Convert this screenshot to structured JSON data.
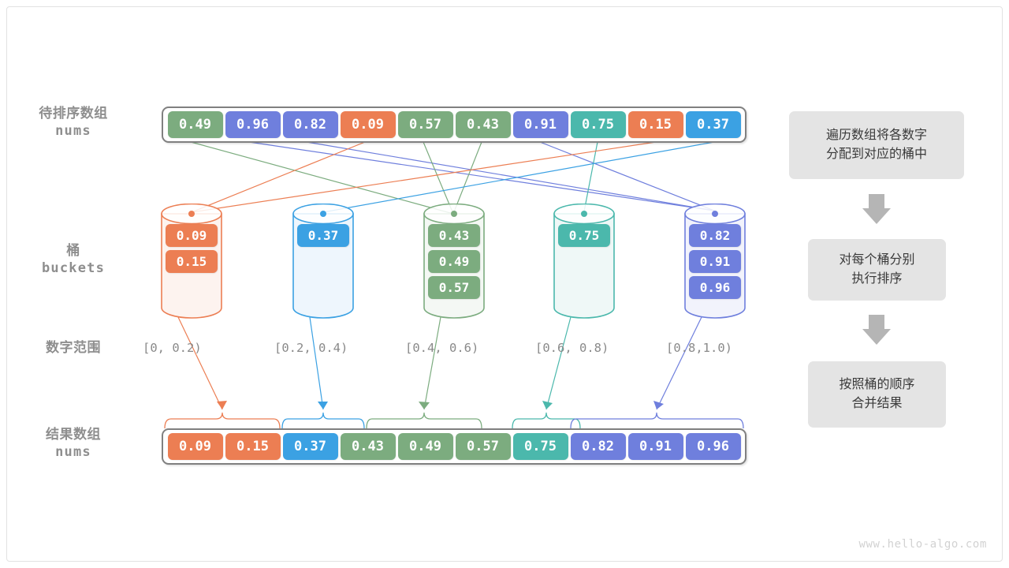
{
  "meta": {
    "watermark": "www.hello-algo.com",
    "background": "#ffffff"
  },
  "palette": {
    "green": "#7cac7f",
    "purple": "#6f7fdd",
    "orange": "#ec7e53",
    "blue": "#3ba1e3",
    "teal": "#4bb8ac",
    "gray_border": "#808080",
    "label_gray": "#8e8e8e",
    "flow_bg": "#e4e4e4",
    "arrow_gray": "#b5b5b5"
  },
  "labels": {
    "input_array": {
      "cn": "待排序数组",
      "mono": "nums"
    },
    "buckets": {
      "cn": "桶",
      "mono": "buckets"
    },
    "number_range": {
      "cn": "数字范围",
      "mono": ""
    },
    "result_array": {
      "cn": "结果数组",
      "mono": "nums"
    }
  },
  "input_array": {
    "values": [
      "0.49",
      "0.96",
      "0.82",
      "0.09",
      "0.57",
      "0.43",
      "0.91",
      "0.75",
      "0.15",
      "0.37"
    ],
    "colors": [
      "#7cac7f",
      "#6f7fdd",
      "#6f7fdd",
      "#ec7e53",
      "#7cac7f",
      "#7cac7f",
      "#6f7fdd",
      "#4bb8ac",
      "#ec7e53",
      "#3ba1e3"
    ]
  },
  "buckets": [
    {
      "range": "[0, 0.2)",
      "color": "#ec7e53",
      "fill": "#fdf3ef",
      "items": [
        "0.09",
        "0.15"
      ]
    },
    {
      "range": "[0.2, 0.4)",
      "color": "#3ba1e3",
      "fill": "#eef6fd",
      "items": [
        "0.37"
      ]
    },
    {
      "range": "[0.4, 0.6)",
      "color": "#7cac7f",
      "fill": "#f4f8f4",
      "items": [
        "0.43",
        "0.49",
        "0.57"
      ]
    },
    {
      "range": "[0.6, 0.8)",
      "color": "#4bb8ac",
      "fill": "#eff8f7",
      "items": [
        "0.75"
      ]
    },
    {
      "range": "[0.8,1.0)",
      "color": "#6f7fdd",
      "fill": "#f2f3fc",
      "items": [
        "0.82",
        "0.91",
        "0.96"
      ]
    }
  ],
  "result_array": {
    "values": [
      "0.09",
      "0.15",
      "0.37",
      "0.43",
      "0.49",
      "0.57",
      "0.75",
      "0.82",
      "0.91",
      "0.96"
    ],
    "colors": [
      "#ec7e53",
      "#ec7e53",
      "#3ba1e3",
      "#7cac7f",
      "#7cac7f",
      "#7cac7f",
      "#4bb8ac",
      "#6f7fdd",
      "#6f7fdd",
      "#6f7fdd"
    ]
  },
  "flow": {
    "steps": [
      {
        "line1": "遍历数组将各数字",
        "line2": "分配到对应的桶中"
      },
      {
        "line1": "对每个桶分别",
        "line2": "执行排序"
      },
      {
        "line1": "按照桶的顺序",
        "line2": "合并结果"
      }
    ]
  }
}
